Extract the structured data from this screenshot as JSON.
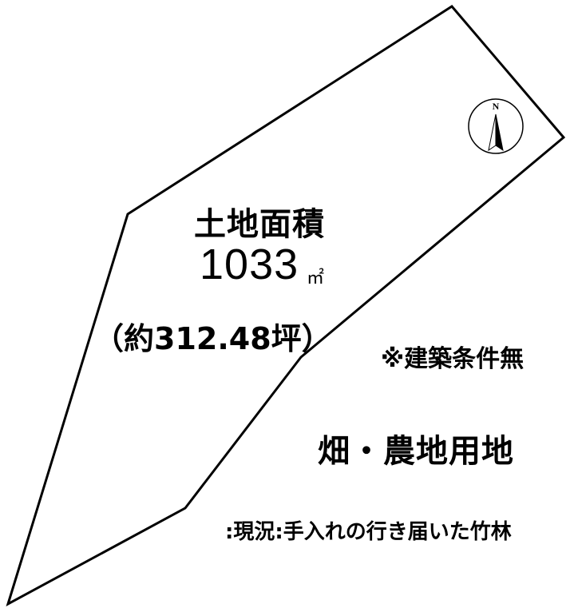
{
  "land": {
    "area_title": "土地面積",
    "area_value": "1033",
    "area_unit": "㎡",
    "area_tsubo": "（約312.48坪）",
    "condition": "※建築条件無",
    "land_use": "畑・農地用地",
    "current_status": ":現況:手入れの行き届いた竹林"
  },
  "compass": {
    "north_label": "N",
    "icon": "north-arrow-icon"
  },
  "colors": {
    "outline": "#000000",
    "background": "#ffffff"
  }
}
